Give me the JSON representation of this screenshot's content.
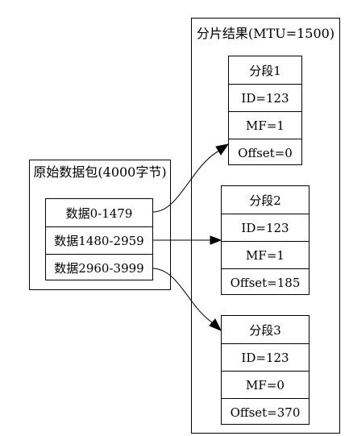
{
  "original": {
    "title": "原始数据包(4000字节)",
    "parts": [
      "数据0-1479",
      "数据1480-2959",
      "数据2960-3999"
    ]
  },
  "result": {
    "title": "分片结果(MTU=1500)",
    "fragments": [
      {
        "name": "分段1",
        "id": "ID=123",
        "mf": "MF=1",
        "offset": "Offset=0"
      },
      {
        "name": "分段2",
        "id": "ID=123",
        "mf": "MF=1",
        "offset": "Offset=185"
      },
      {
        "name": "分段3",
        "id": "ID=123",
        "mf": "MF=0",
        "offset": "Offset=370"
      }
    ]
  }
}
